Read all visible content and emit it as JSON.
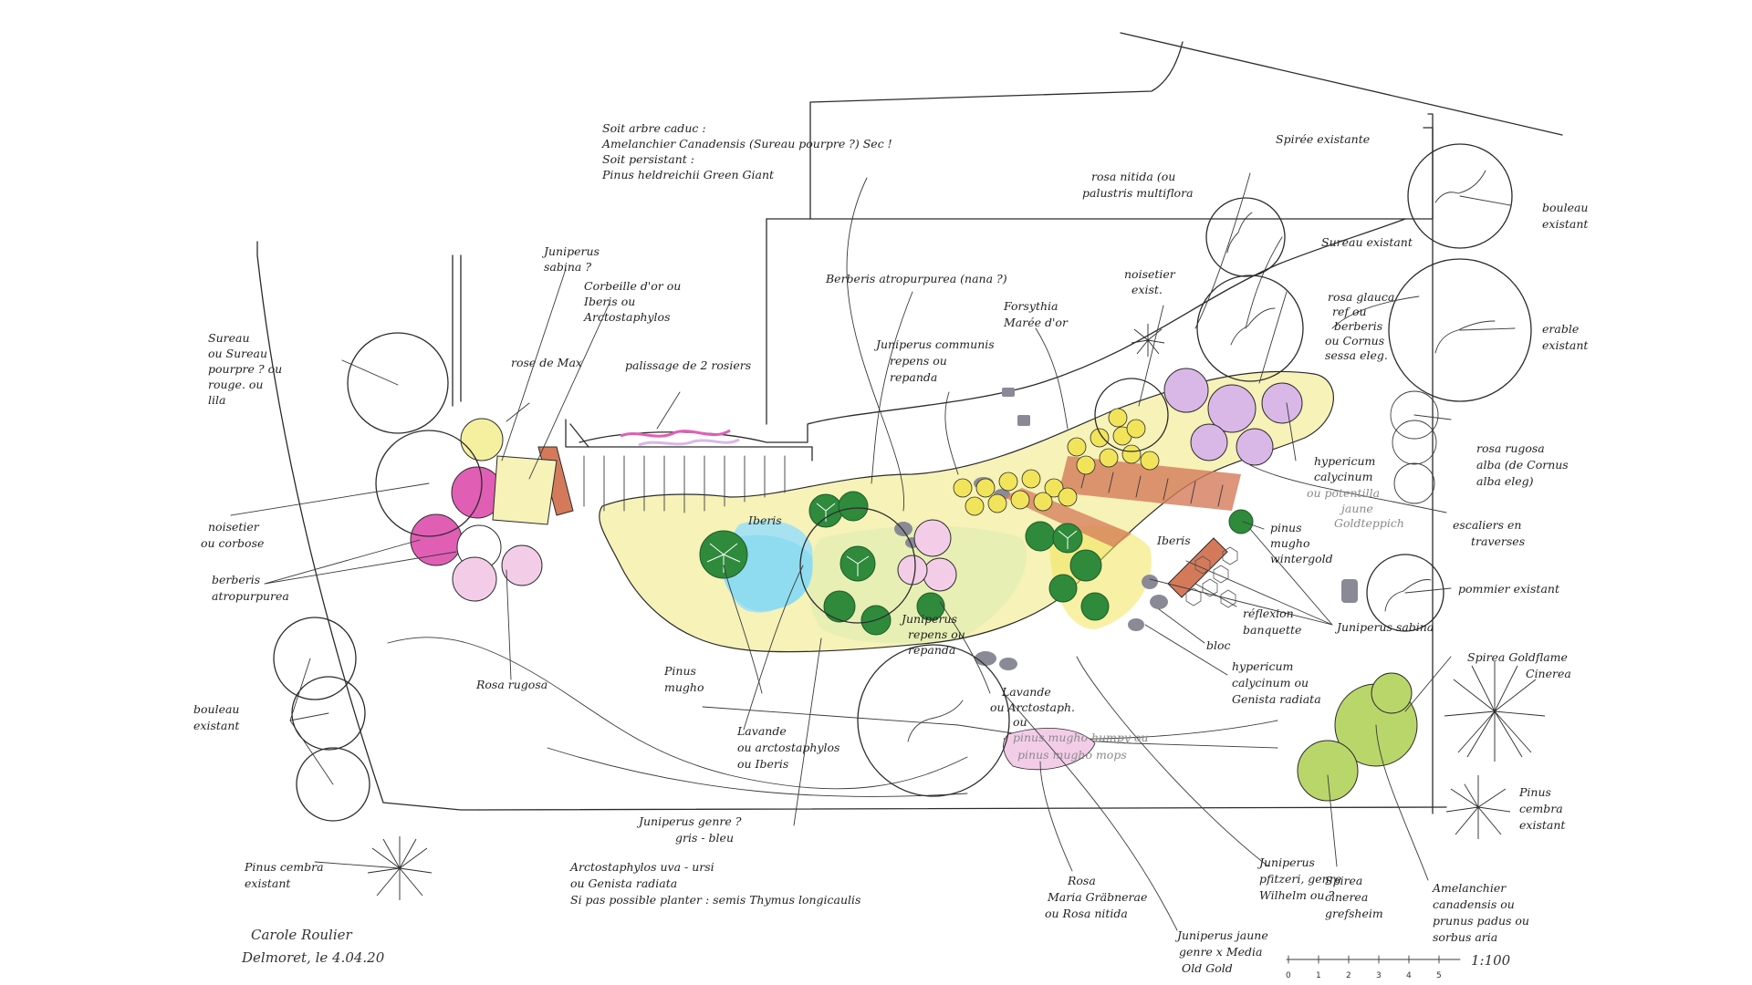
{
  "colors": {
    "ink": "#2b2b2b",
    "pink": "#e05fb5",
    "light_pink": "#f3cde8",
    "yellow": "#f2e45a",
    "pale_yellow": "#f5f0a0",
    "blue": "#8fdcf0",
    "lilac": "#d9b8e8",
    "green": "#2f8a3c",
    "lime": "#b9d66a",
    "brick": "#d47a5a",
    "grey_stone": "#8a8a96"
  },
  "labels": {
    "sureau": [
      "Sureau",
      "ou Sureau",
      "pourpre ? ou",
      "rouge. ou",
      "lila"
    ],
    "noisetier_corbose": [
      "noisetier",
      "ou corbose"
    ],
    "berberis_atropurpurea": [
      "berberis",
      "atropurpurea"
    ],
    "bouleau_left": [
      "bouleau",
      "existant"
    ],
    "pinus_cembra_left": [
      "Pinus cembra",
      "existant"
    ],
    "juniperus_sabina": [
      "Juniperus",
      "sabina ?"
    ],
    "corbeille_or": [
      "Corbeille d'or ou",
      "Iberis ou",
      "Arctostaphylos"
    ],
    "rose_de_max": "rose de Max",
    "rosa_rugosa": "Rosa rugosa",
    "soit_arbre": [
      "Soit arbre caduc :",
      "Amelanchier Canadensis (Sureau pourpre ?) Sec !",
      "Soit persistant :",
      "Pinus heldreichii Green Giant"
    ],
    "palissage": "palissage de 2 rosiers",
    "berberis_nana": "Berberis atropurpurea (nana ?)",
    "juniperus_communis": [
      "Juniperus communis",
      "repens ou",
      "repanda"
    ],
    "forsythia": [
      "Forsythia",
      "Marée d'or"
    ],
    "noisetier_exist": [
      "noisetier",
      "exist."
    ],
    "spiree": "Spirée existante",
    "rosa_nitida": [
      "rosa nitida (ou",
      "palustris multiflora"
    ],
    "sureau_existant": "Sureau existant",
    "rosa_glauca": [
      "rosa glauca",
      "ref ou",
      "berberis",
      "ou Cornus",
      "sessa eleg."
    ],
    "bouleau_right": [
      "bouleau",
      "existant"
    ],
    "erable": [
      "erable",
      "existant"
    ],
    "rosa_rugosa_alba": [
      "rosa rugosa",
      "alba (de Cornus",
      "alba eleg)"
    ],
    "hypericum": [
      "hypericum",
      "calycinum"
    ],
    "potentilla": [
      "ou potentilla",
      "jaune",
      "Goldteppich"
    ],
    "escaliers": [
      "escaliers en",
      "traverses"
    ],
    "pinus_mugho_winter": [
      "pinus",
      "mugho",
      "wintergold"
    ],
    "pommier": "pommier existant",
    "juniperus_sabina_right": "Juniperus sabina",
    "reflexion_banquette": [
      "réflexion",
      "banquette"
    ],
    "iberis_right": "Iberis",
    "iberis_left": "Iberis",
    "bloc": "bloc",
    "hypericum_genista": [
      "hypericum",
      "calycinum ou",
      "Genista radiata"
    ],
    "spirea_goldflame": [
      "Spirea Goldflame",
      "Cinerea"
    ],
    "juniperus_repens": [
      "Juniperus",
      "repens ou",
      "repanda"
    ],
    "pinus_mugho": [
      "Pinus",
      "mugho"
    ],
    "lavande_arcto": [
      "Lavande",
      "ou Arctostaph.",
      "ou"
    ],
    "pinus_mugho_humpy": [
      "pinus mugho humpy ou",
      "pinus mugho mops"
    ],
    "lavande_left": [
      "Lavande",
      "ou arctostaphylos",
      "ou Iberis"
    ],
    "juniperus_gris": [
      "Juniperus genre ?",
      "gris - bleu"
    ],
    "arctostaphylos": [
      "Arctostaphylos uva - ursi",
      "ou Genista radiata",
      "Si pas possible planter : semis Thymus longicaulis"
    ],
    "rosa_maria": [
      "Rosa",
      "Maria Gräbnerae",
      "ou Rosa nitida"
    ],
    "juniperus_pfitzer": [
      "Juniperus",
      "pfitzeri, genre",
      "Wilhelm ou ?"
    ],
    "juniperus_jaune": [
      "Juniperus jaune",
      "genre x Media",
      "Old Gold"
    ],
    "spirea_cinerea_bottom": [
      "Spirea",
      "cinerea",
      "grefsheim"
    ],
    "amelanchier": [
      "Amelanchier",
      "canadensis ou",
      "prunus padus ou",
      "sorbus aria"
    ],
    "pinus_cembra_right": [
      "Pinus",
      "cembra",
      "existant"
    ]
  },
  "signature": {
    "name": "Carole Roulier",
    "date": "Delmoret, le 4.04.20"
  },
  "scale": {
    "ticks": [
      "0",
      "1",
      "2",
      "3",
      "4",
      "5"
    ],
    "ratio": "1:100"
  }
}
